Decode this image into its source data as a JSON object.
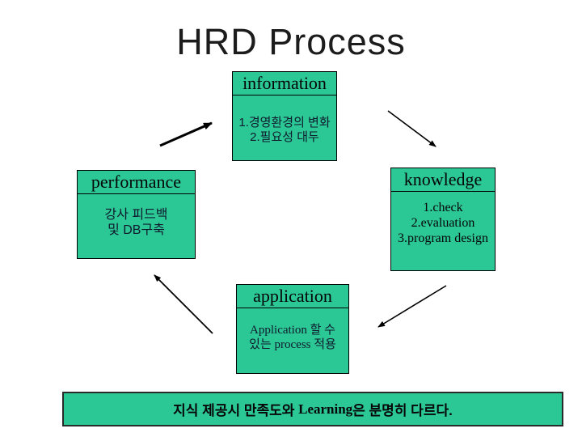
{
  "title": "HRD Process",
  "colors": {
    "box_fill": "#2BC794",
    "box_border": "#000000",
    "background": "#FFFFFF",
    "arrow": "#000000"
  },
  "boxes": {
    "information": {
      "title": "information",
      "lines": [
        "1.경영환경의 변화",
        "2.필요성 대두"
      ]
    },
    "knowledge": {
      "title": "knowledge",
      "lines": [
        "1.check",
        "2.evaluation",
        "3.program design"
      ]
    },
    "performance": {
      "title": "performance",
      "lines": [
        "강사 피드백",
        "및 DB구축"
      ]
    },
    "application": {
      "title": "application",
      "lines": [
        "Application 할 수",
        "있는 process 적용"
      ]
    }
  },
  "connections": [
    {
      "from": "performance",
      "to": "information"
    },
    {
      "from": "information",
      "to": "knowledge"
    },
    {
      "from": "knowledge",
      "to": "application"
    },
    {
      "from": "application",
      "to": "performance"
    }
  ],
  "banner": {
    "text_before": "지식 제공시 만족도와 ",
    "highlight": "Learning",
    "text_after": "은 분명히 다르다."
  }
}
